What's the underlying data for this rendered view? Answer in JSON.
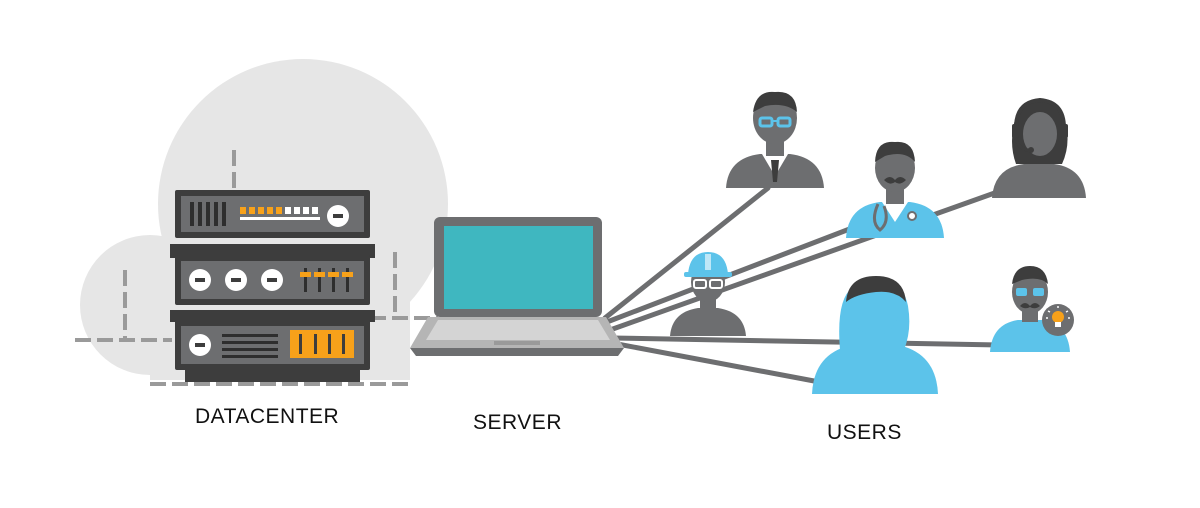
{
  "labels": {
    "datacenter": "DATACENTER",
    "server": "SERVER",
    "users": "USERS"
  },
  "colors": {
    "gray_dark": "#6d6e70",
    "gray_mid": "#9a9a9a",
    "gray_light": "#e6e6e6",
    "rack_dark": "#3d3d3d",
    "orange": "#f7a11a",
    "cyan": "#5cc3ea",
    "screen_teal": "#3fb7c0"
  },
  "icons": {
    "datacenter": "server-rack-icon",
    "server": "laptop-icon",
    "users": [
      "businessman-icon",
      "doctor-icon",
      "call-center-agent-icon",
      "engineer-icon",
      "woman-user-icon",
      "idea-user-icon"
    ]
  }
}
